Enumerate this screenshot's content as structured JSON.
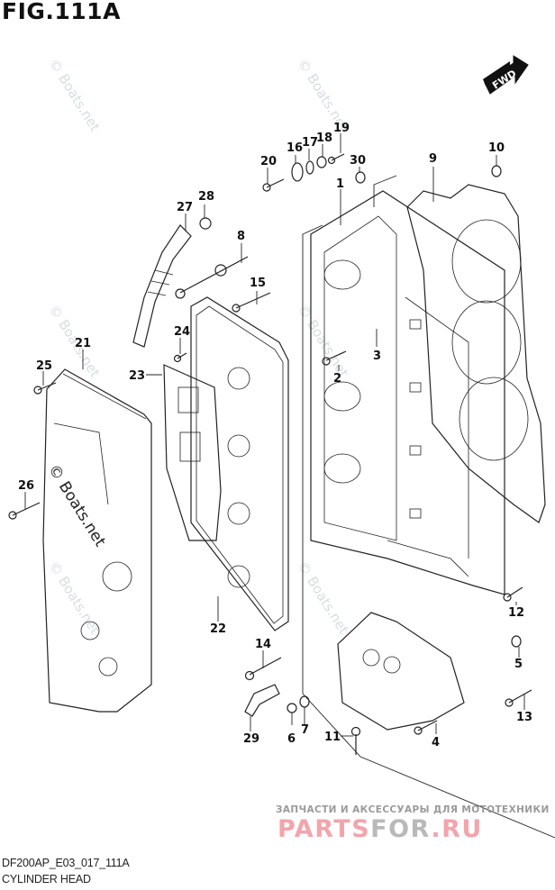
{
  "figure": {
    "title": "FIG.111A",
    "code": "DF200AP_E03_017_111A",
    "name": "CYLINDER HEAD"
  },
  "direction_badge": {
    "label": "FWD",
    "icon": "arrow-right-icon"
  },
  "watermarks": {
    "site": "© Boats.net"
  },
  "shop_banner": {
    "tagline": "ЗАПЧАСТИ И АКСЕССУАРЫ ДЛЯ МОТОТЕХНИКИ",
    "logo_part1": "PARTS",
    "logo_part2": "FOR",
    "logo_part3": ".RU",
    "colors": {
      "primary": "#f1a5ac",
      "secondary": "#b9b9b9"
    }
  },
  "callouts": [
    {
      "id": "1",
      "label": "1"
    },
    {
      "id": "2",
      "label": "2"
    },
    {
      "id": "3",
      "label": "3"
    },
    {
      "id": "4",
      "label": "4"
    },
    {
      "id": "5",
      "label": "5"
    },
    {
      "id": "6",
      "label": "6"
    },
    {
      "id": "7",
      "label": "7"
    },
    {
      "id": "8",
      "label": "8"
    },
    {
      "id": "9",
      "label": "9"
    },
    {
      "id": "10",
      "label": "10"
    },
    {
      "id": "11",
      "label": "11"
    },
    {
      "id": "12",
      "label": "12"
    },
    {
      "id": "13",
      "label": "13"
    },
    {
      "id": "14",
      "label": "14"
    },
    {
      "id": "15",
      "label": "15"
    },
    {
      "id": "16",
      "label": "16"
    },
    {
      "id": "17",
      "label": "17"
    },
    {
      "id": "18",
      "label": "18"
    },
    {
      "id": "19",
      "label": "19"
    },
    {
      "id": "20",
      "label": "20"
    },
    {
      "id": "21",
      "label": "21"
    },
    {
      "id": "22",
      "label": "22"
    },
    {
      "id": "23",
      "label": "23"
    },
    {
      "id": "24",
      "label": "24"
    },
    {
      "id": "25",
      "label": "25"
    },
    {
      "id": "26",
      "label": "26"
    },
    {
      "id": "27",
      "label": "27"
    },
    {
      "id": "28",
      "label": "28"
    },
    {
      "id": "29",
      "label": "29"
    },
    {
      "id": "30",
      "label": "30"
    }
  ]
}
